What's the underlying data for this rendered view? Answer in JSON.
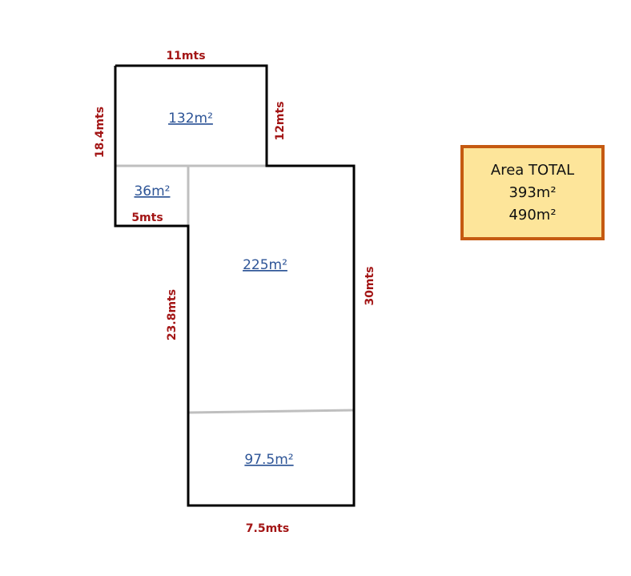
{
  "dimensions": {
    "top_width": "11mts",
    "left_height": "18.4mts",
    "upper_right_height": "12mts",
    "notch_width": "5mts",
    "lower_left_height": "23.8mts",
    "right_height": "30mts",
    "bottom_width": "7.5mts"
  },
  "areas": {
    "upper_room": "132m²",
    "small_room": "36m²",
    "main_room": "225m²",
    "lower_room": "97.5m²"
  },
  "total_box": {
    "title": "Area TOTAL",
    "value_1": "393m²",
    "value_2": "490m²"
  },
  "colors": {
    "dimension_text": "#a31515",
    "area_text": "#2e5597",
    "outline": "#000000",
    "divider": "#bfbfbf",
    "box_fill": "#fde59a",
    "box_border": "#c55a11"
  }
}
